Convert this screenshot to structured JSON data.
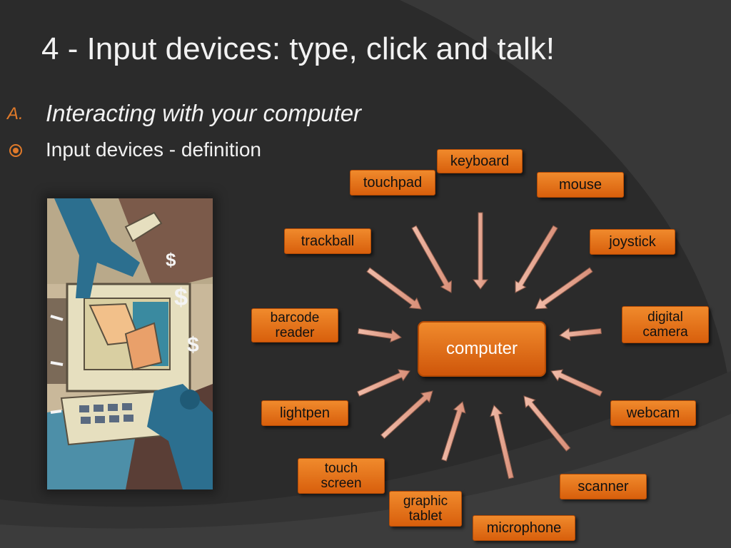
{
  "slide": {
    "title": "4 - Input devices: type, click and talk!",
    "section_letter": "A.",
    "section_title": "Interacting with your computer",
    "bullet": "Input devices - definition"
  },
  "diagram": {
    "center": "computer",
    "devices": {
      "keyboard": "keyboard",
      "touchpad": "touchpad",
      "mouse": "mouse",
      "trackball": "trackball",
      "joystick": "joystick",
      "barcode_reader": "barcode\nreader",
      "digital_camera": "digital\ncamera",
      "lightpen": "lightpen",
      "webcam": "webcam",
      "touch_screen": "touch\nscreen",
      "scanner": "scanner",
      "graphic_tablet": "graphic\ntablet",
      "microphone": "microphone"
    }
  },
  "colors": {
    "background": "#2b2b2b",
    "accent_orange": "#e07a2a",
    "arrow_fill": "#e3a28e",
    "text_light": "#f2f2f2"
  },
  "icons": {
    "bullet": "circle-bullet-icon",
    "clipart": "person-at-computer-clipart"
  }
}
